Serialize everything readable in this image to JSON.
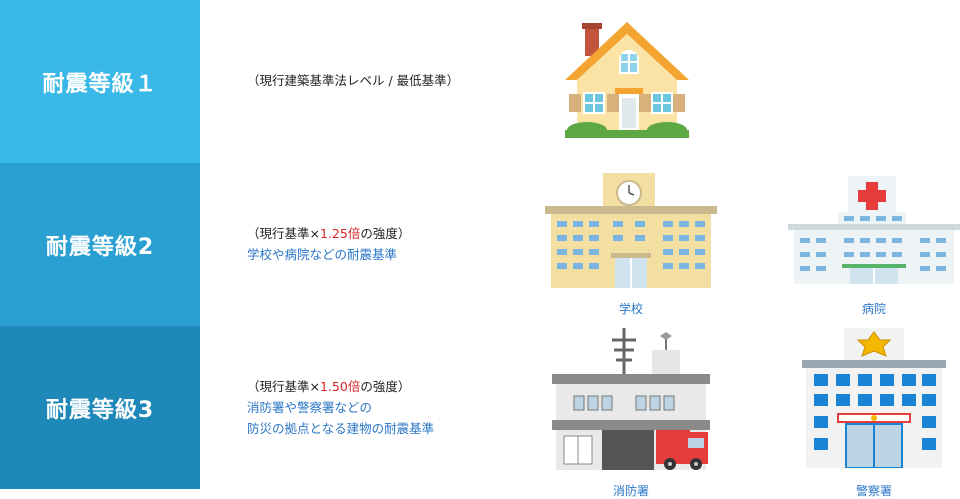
{
  "grades": [
    {
      "label": "耐震等級１",
      "color": "#3ab8e8",
      "lines": [
        {
          "parts": [
            {
              "text": "（現行建築基準法レベル / 最低基準）",
              "style": ""
            }
          ]
        }
      ]
    },
    {
      "label": "耐震等級2",
      "color": "#2aa0d2",
      "lines": [
        {
          "parts": [
            {
              "text": "（現行基準×",
              "style": ""
            },
            {
              "text": "1.25倍",
              "style": "red"
            },
            {
              "text": "の強度）",
              "style": ""
            }
          ]
        },
        {
          "parts": [
            {
              "text": "学校や病院などの耐震基準",
              "style": "blue"
            }
          ]
        }
      ]
    },
    {
      "label": "耐震等級3",
      "color": "#1e88b8",
      "lines": [
        {
          "parts": [
            {
              "text": "（現行基準×",
              "style": ""
            },
            {
              "text": "1.50倍",
              "style": "red"
            },
            {
              "text": "の強度）",
              "style": ""
            }
          ]
        },
        {
          "parts": [
            {
              "text": "消防署や警察署などの",
              "style": "blue"
            }
          ]
        },
        {
          "parts": [
            {
              "text": "防災の拠点となる建物の耐震基準",
              "style": "blue"
            }
          ]
        }
      ]
    }
  ],
  "captions": {
    "school": "学校",
    "hospital": "病院",
    "fire_station": "消防署",
    "police_station": "警察署"
  }
}
